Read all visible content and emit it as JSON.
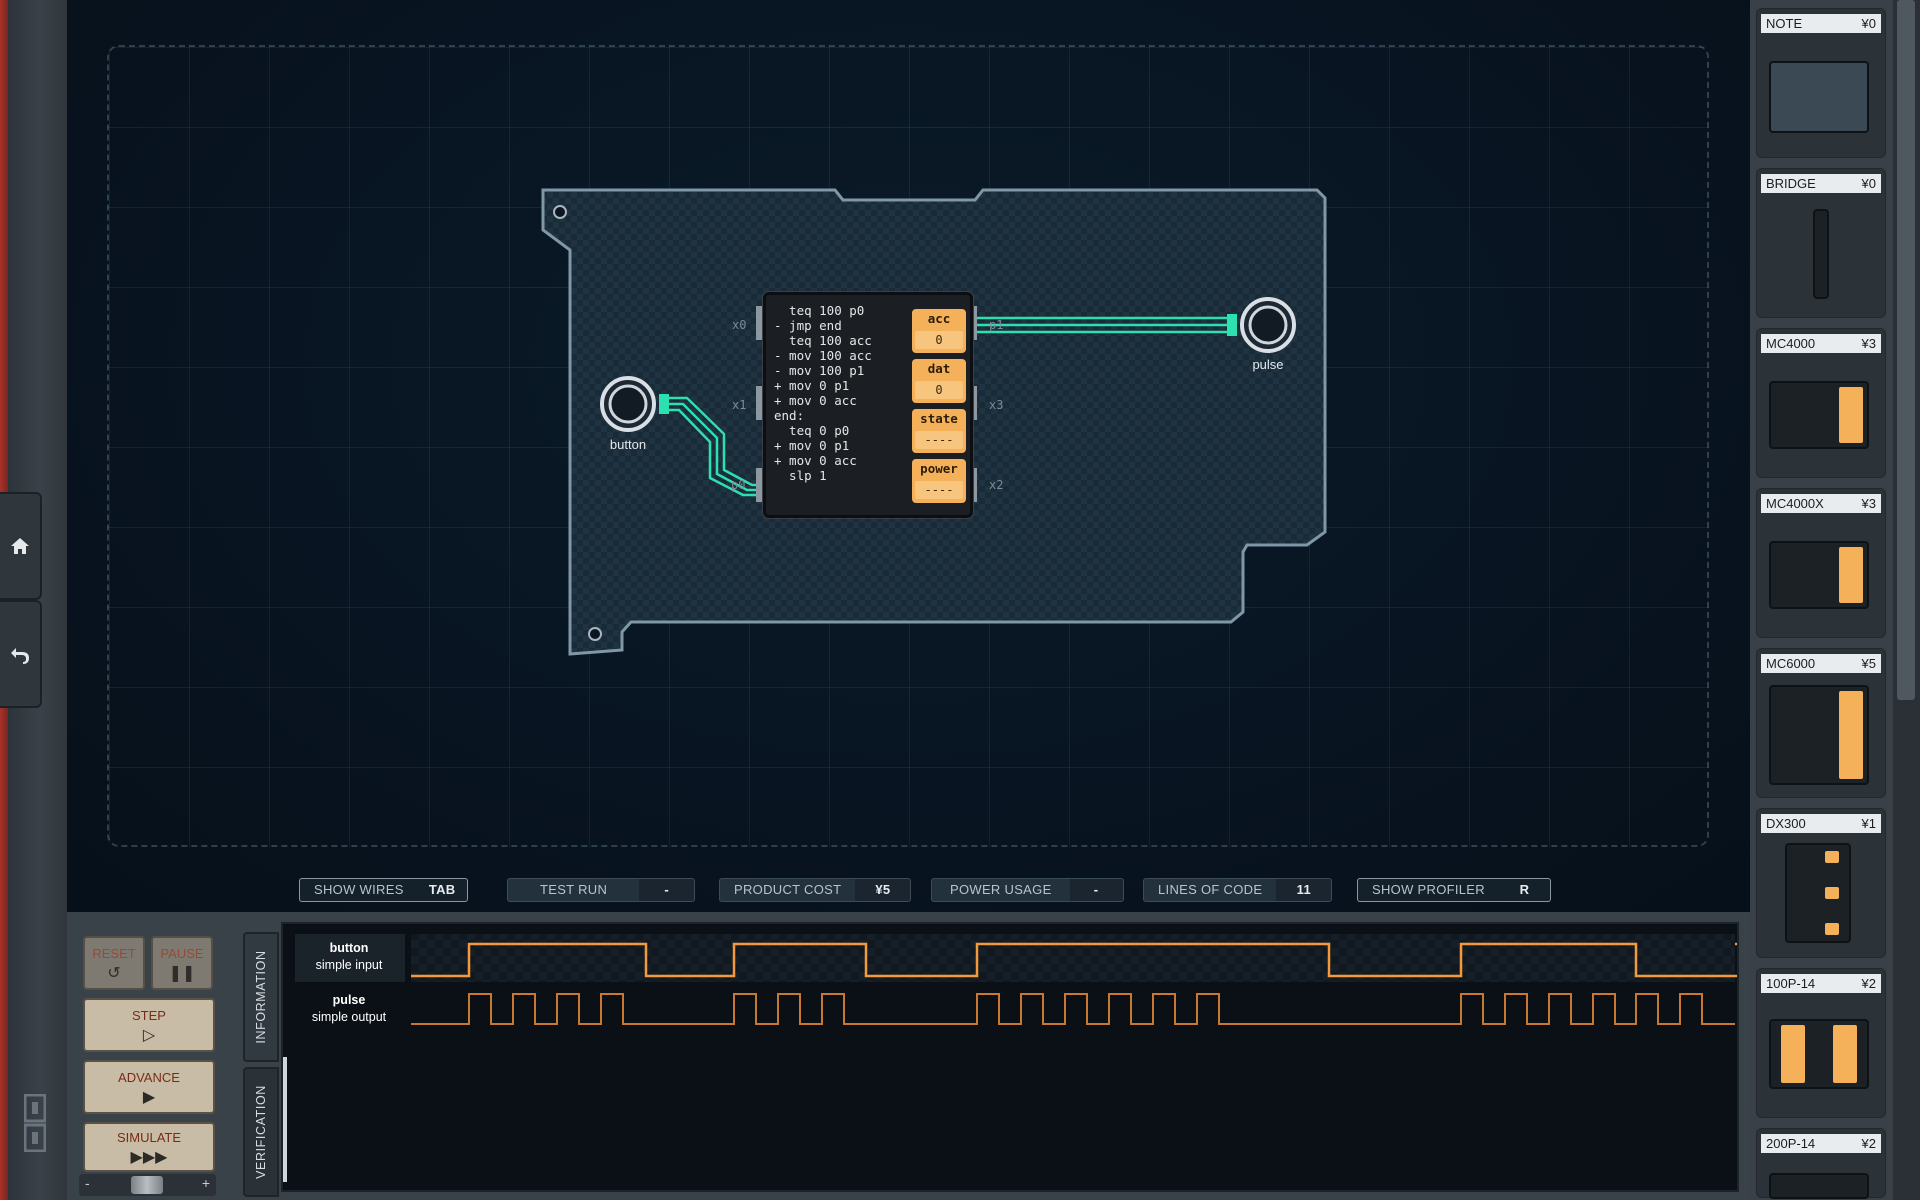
{
  "sidebar": {
    "buttons": [
      {
        "name": "home",
        "icon": "home-icon"
      },
      {
        "name": "undo",
        "icon": "undo-icon"
      }
    ]
  },
  "board": {
    "controller": {
      "code": [
        "  teq 100 p0",
        "- jmp end",
        "  teq 100 acc",
        "- mov 100 acc",
        "- mov 100 p1",
        "+ mov 0 p1",
        "+ mov 0 acc",
        "end:",
        "  teq 0 p0",
        "+ mov 0 p1",
        "+ mov 0 acc",
        "  slp 1"
      ],
      "registers": [
        {
          "name": "acc",
          "value": "0"
        },
        {
          "name": "dat",
          "value": "0"
        },
        {
          "name": "state",
          "value": "----"
        },
        {
          "name": "power",
          "value": "----"
        }
      ],
      "ports": {
        "x0": "x0",
        "x1": "x1",
        "p0": "p0",
        "p1": "p1",
        "x2": "x2",
        "x3": "x3"
      }
    },
    "io": {
      "input": "button",
      "output": "pulse"
    },
    "accent_color": "#2de0b0"
  },
  "status": {
    "show_wires": {
      "label": "SHOW WIRES",
      "key": "TAB"
    },
    "test_run": {
      "label": "TEST RUN",
      "value": "-"
    },
    "product_cost": {
      "label": "PRODUCT COST",
      "value": "¥5"
    },
    "power_usage": {
      "label": "POWER USAGE",
      "value": "-"
    },
    "lines_of_code": {
      "label": "LINES OF CODE",
      "value": "11"
    },
    "show_profiler": {
      "label": "SHOW PROFILER",
      "key": "R"
    }
  },
  "controls": {
    "reset": {
      "label": "RESET",
      "icon": "reset-icon"
    },
    "pause": {
      "label": "PAUSE",
      "icon": "pause-icon"
    },
    "step": {
      "label": "STEP",
      "icon": "play-icon"
    },
    "advance": {
      "label": "ADVANCE",
      "icon": "play-icon"
    },
    "simulate": {
      "label": "SIMULATE",
      "icon": "fast-forward-icon"
    },
    "speed_minus": "-",
    "speed_plus": "+"
  },
  "tabs": {
    "information": "INFORMATION",
    "verification": "VERIFICATION"
  },
  "signals": [
    {
      "name": "button",
      "type": "simple input"
    },
    {
      "name": "pulse",
      "type": "simple output"
    }
  ],
  "palette": [
    {
      "name": "NOTE",
      "cost": "¥0"
    },
    {
      "name": "BRIDGE",
      "cost": "¥0"
    },
    {
      "name": "MC4000",
      "cost": "¥3"
    },
    {
      "name": "MC4000X",
      "cost": "¥3"
    },
    {
      "name": "MC6000",
      "cost": "¥5"
    },
    {
      "name": "DX300",
      "cost": "¥1"
    },
    {
      "name": "100P-14",
      "cost": "¥2"
    },
    {
      "name": "200P-14",
      "cost": "¥2"
    }
  ],
  "colors": {
    "wave": "#f39a3c",
    "register": "#f4b15a",
    "wire": "#2de0b0"
  }
}
